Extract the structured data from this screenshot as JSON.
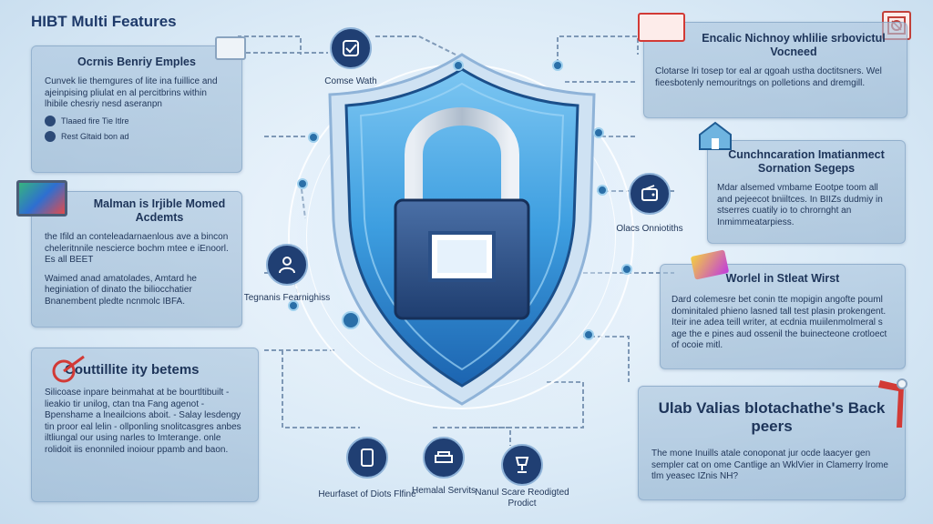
{
  "title": "HIBT Multi Features",
  "panels": {
    "p1": {
      "heading": "Ocrnis Benriy Emples",
      "body": "Cunvek lie themgures of lite ina fuillice and ajeinpising pliulat en al percitbrins within lhibile chesriy nesd aseranpn",
      "rows": [
        "Tlaaed fire Tie Itlre",
        "Rest Gltaid bon ad"
      ]
    },
    "p2": {
      "heading": "Malman is Irjible Momed Acdemts",
      "body1": "the Ifild an conteleadarnaenlous ave a bincon cheleritnnile nescierce bochm mtee e iEnoorl. Es all BEET",
      "body2": "Waimed anad amatolades, Amtard he heginiation of dinato the biliocchatier Bnanembent pledte ncnmolc IBFA."
    },
    "p3": {
      "heading": "Couttillite ity betems",
      "body": "Silicoase inpare beinmahat at be bourtltibuilt - lieakio tir unilog, ctan tna Fang agenot - Bpenshame a lneailcions aboit. - Salay lesdengy tin proor eal lelin - ollponling snolitcasgres anbes iltliungal our using narles to Imterange. onle rolidoit iis enonniled inoiour ppamb and baon."
    },
    "p4": {
      "heading": "Encalic Nichnoy whlilie srbovictul Vocneed",
      "body": "Clotarse lri tosep tor eal ar qgoah ustha doctitsners. Wel fieesbotenly nemouritngs on polletions and dremgill."
    },
    "p5": {
      "heading": "Cunchncaration Imatianmect Sornation Segeps",
      "body": "Mdar alsemed vmbame Eootpe toom all and pejeecot bniiltces. In BIIZs dudmiy in stserres cuatily io to chrornght an Inmimmeatarpiess."
    },
    "p6": {
      "heading": "Worlel in Stleat Wirst",
      "body": "Dard colemesre bet conin tte mopigin angofte pouml dominitaled phieno lasned tall test plasin prokengent. Iteir ine adea teill writer, at ecdnia muiilenmolmeral s age the e pines aud ossenil the buinecteone crotloect of ocoie mitl."
    },
    "p7": {
      "heading": "Ulab Valias blotachathe's Back peers",
      "body": "The mone Inuills atale conoponat jur ocde laacyer gen sempler cat on ome Cantlige an WklVier in Clamerry lrome tlm yeasec IZnis NH?"
    }
  },
  "nodes": {
    "top": "Comse Wath",
    "left_mid": "Tegnanis Fearnighiss",
    "right_mid": "Olacs Onniotiths",
    "bottom1": "Heurfaset of Diots Flfine",
    "bottom2": "Hemalal Servits",
    "bottom3": "Nanul Scare Reodigted Prodict"
  },
  "icons": {
    "top": "check-badge-icon",
    "left_mid": "person-icon",
    "right_mid": "wallet-icon",
    "bottom1": "tablet-icon",
    "bottom2": "sofa-icon",
    "bottom3": "trophy-icon",
    "center": "padlock-shield-icon",
    "corner": "seal-icon"
  },
  "colors": {
    "shield_blue": "#3d9ee0",
    "shield_dark": "#1b4f8a",
    "node_navy": "#203f73",
    "accent_red": "#d23a36"
  }
}
